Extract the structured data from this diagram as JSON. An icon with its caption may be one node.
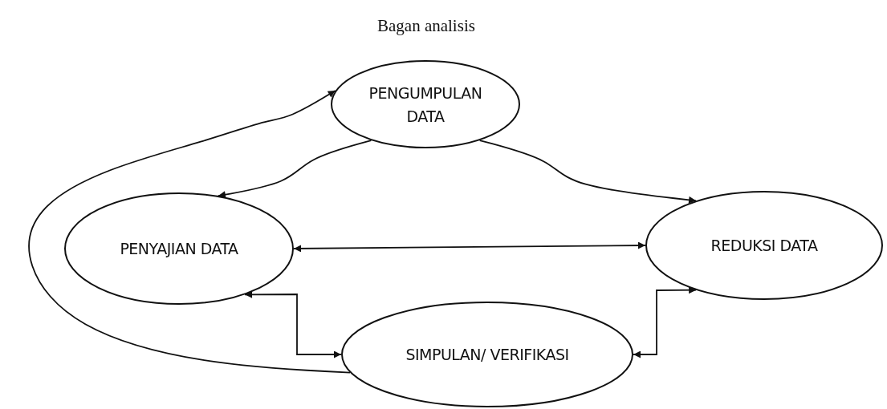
{
  "diagram": {
    "title": "Bagan analisis",
    "nodes": [
      {
        "text": [
          "PENGUMPULAN DATA"
        ]
      },
      {
        "text": [
          "PENYAJIAN DATA"
        ]
      },
      {
        "text": [
          "REDUKSI DATA"
        ]
      },
      {
        "text": [
          "SIMPULAN/ VERIFIKASI"
        ]
      }
    ],
    "edges": [
      {
        "from": 0,
        "to": 1,
        "arrow": "to"
      },
      {
        "from": 0,
        "to": 2,
        "arrow": "to"
      },
      {
        "from": 1,
        "to": 2,
        "arrow": "both"
      },
      {
        "from": 1,
        "to": 3,
        "arrow": "both"
      },
      {
        "from": 3,
        "to": 2,
        "arrow": "both"
      },
      {
        "from": 3,
        "to": 0,
        "arrow": "to"
      }
    ]
  }
}
